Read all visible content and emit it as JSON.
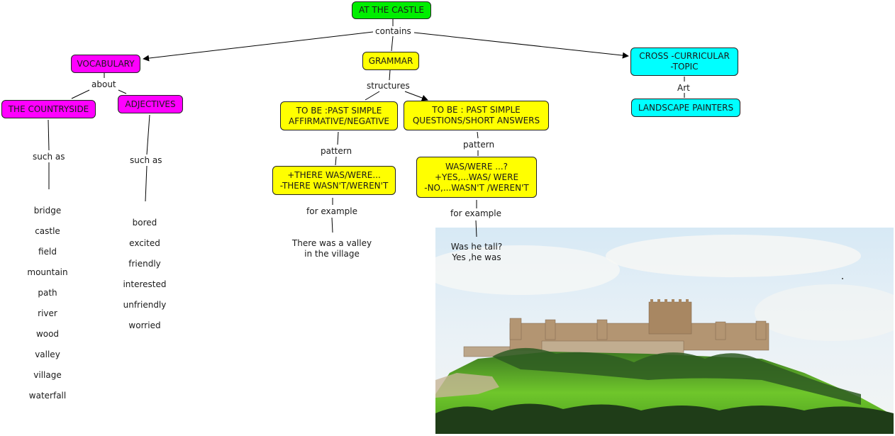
{
  "root": {
    "label": "AT THE CASTLE",
    "color": "#00ee00"
  },
  "link_labels": {
    "contains": "contains",
    "about": "about",
    "such_as_1": "such as",
    "such_as_2": "such as",
    "structures": "structures",
    "pattern_1": "pattern",
    "pattern_2": "pattern",
    "for_example_1": "for example",
    "for_example_2": "for example",
    "art": "Art"
  },
  "nodes": {
    "vocabulary": "VOCABULARY",
    "grammar": "GRAMMAR",
    "cross_curricular": "CROSS -CURRICULAR\n-TOPIC",
    "countryside": "THE COUNTRYSIDE",
    "adjectives": "ADJECTIVES",
    "past_simple_aff_neg": "TO BE :PAST SIMPLE\nAFFIRMATIVE/NEGATIVE",
    "past_simple_questions": "TO BE : PAST SIMPLE\nQUESTIONS/SHORT ANSWERS",
    "there_was": "+THERE WAS/WERE...\n-THERE WASN'T/WEREN'T",
    "was_were": "WAS/WERE ...?\n+YES,...WAS/ WERE\n-NO,...WASN'T /WEREN'T",
    "landscape_painters": "LANDSCAPE PAINTERS"
  },
  "lists": {
    "countryside_words": [
      "bridge",
      "castle",
      "field",
      "mountain",
      "path",
      "river",
      "wood",
      "valley",
      "village",
      "waterfall"
    ],
    "adjective_words": [
      "bored",
      "excited",
      "friendly",
      "interested",
      "unfriendly",
      "worried"
    ]
  },
  "examples": {
    "affirmative": "There was a valley\nin the village",
    "question": "Was he tall?\nYes ,he was"
  },
  "colors": {
    "root": "#00ee00",
    "vocabulary_branch": "#ff00ff",
    "grammar_branch": "#ffff00",
    "cross_curricular_branch": "#00ffff"
  },
  "image": {
    "description": "castle on a hill with vineyards"
  }
}
